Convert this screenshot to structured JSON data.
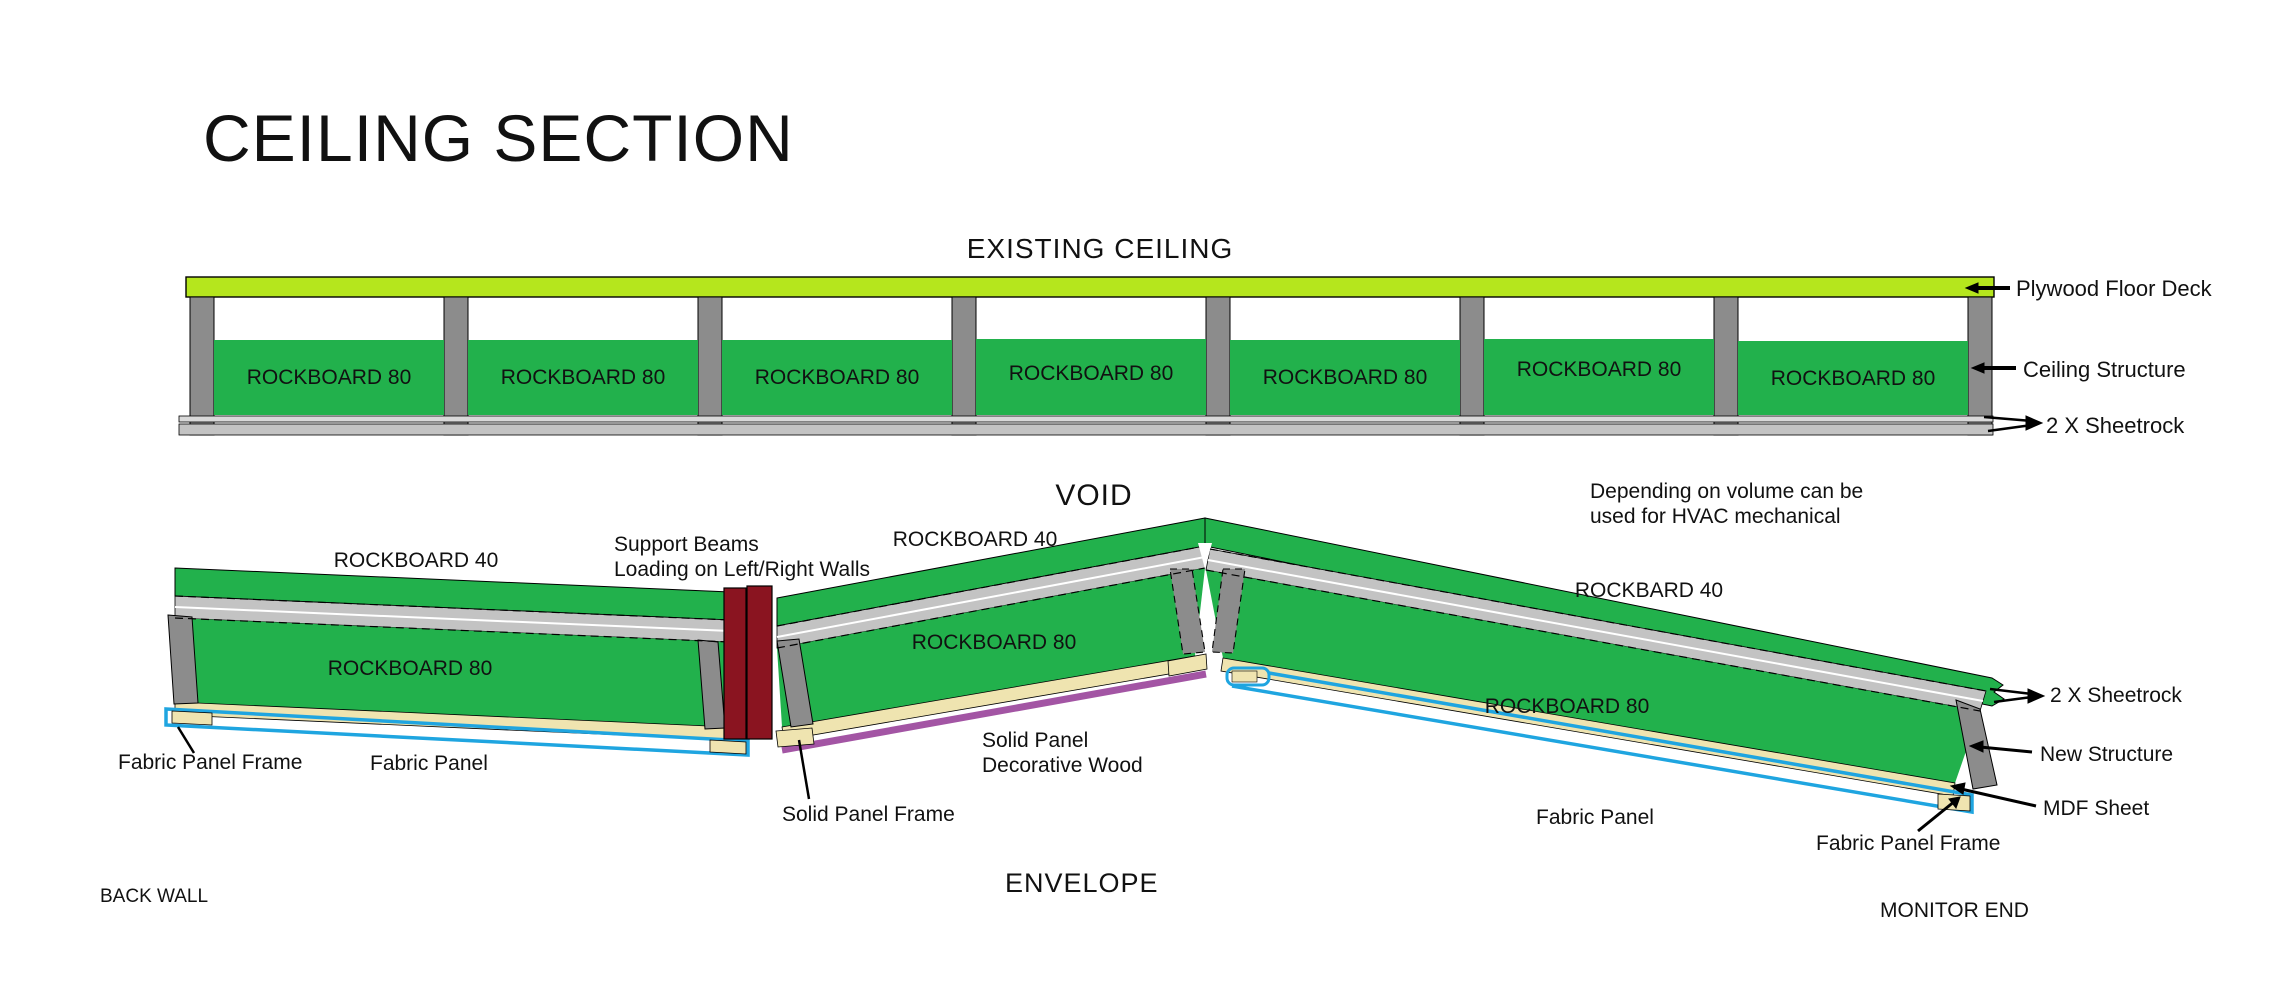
{
  "title": "CEILING SECTION",
  "colors": {
    "rockboard_green": "#22B14C",
    "plywood_lime": "#B5E61D",
    "stud_gray": "#8C8C8C",
    "sheetrock_gray": "#C3C3C3",
    "beam_dark_red": "#8A1420",
    "mdf_tan": "#EFE4B0",
    "fabric_blue": "#1FA5E0",
    "decorative_purple": "#A355A4",
    "text": "#111111"
  },
  "top_assembly": {
    "heading": "EXISTING CEILING",
    "bays": [
      {
        "label": "ROCKBOARD 80"
      },
      {
        "label": "ROCKBOARD 80"
      },
      {
        "label": "ROCKBOARD 80"
      },
      {
        "label": "ROCKBOARD 80"
      },
      {
        "label": "ROCKBOARD 80"
      },
      {
        "label": "ROCKBOARD 80"
      },
      {
        "label": "ROCKBOARD 80"
      }
    ],
    "annotations": {
      "plywood": "Plywood Floor Deck",
      "structure": "Ceiling Structure",
      "sheetrock": "2 X Sheetrock"
    }
  },
  "lower_assembly": {
    "void_label": "VOID",
    "hvac_note": {
      "line1": "Depending on volume can be",
      "line2": "used for HVAC mechanical"
    },
    "support_note": {
      "line1": "Support Beams",
      "line2": "Loading on Left/Right Walls"
    },
    "left_panel": {
      "rockboard40": "ROCKBOARD 40",
      "rockboard80": "ROCKBOARD 80",
      "fabric_frame": "Fabric Panel Frame",
      "fabric_panel": "Fabric Panel"
    },
    "middle_panel": {
      "rockboard40": "ROCKBOARD 40",
      "rockboard80": "ROCKBOARD 80",
      "solid_frame": "Solid Panel Frame",
      "solid_panel_line1": "Solid Panel",
      "solid_panel_line2": "Decorative Wood"
    },
    "right_panel": {
      "rockboard40": "ROCKBARD 40",
      "rockboard80": "ROCKBOARD 80",
      "fabric_panel": "Fabric Panel",
      "sheetrock": "2 X Sheetrock",
      "new_structure": "New Structure",
      "mdf": "MDF Sheet",
      "fabric_frame": "Fabric Panel Frame"
    }
  },
  "footer": {
    "back_wall": "BACK WALL",
    "envelope": "ENVELOPE",
    "monitor_end": "MONITOR END"
  }
}
